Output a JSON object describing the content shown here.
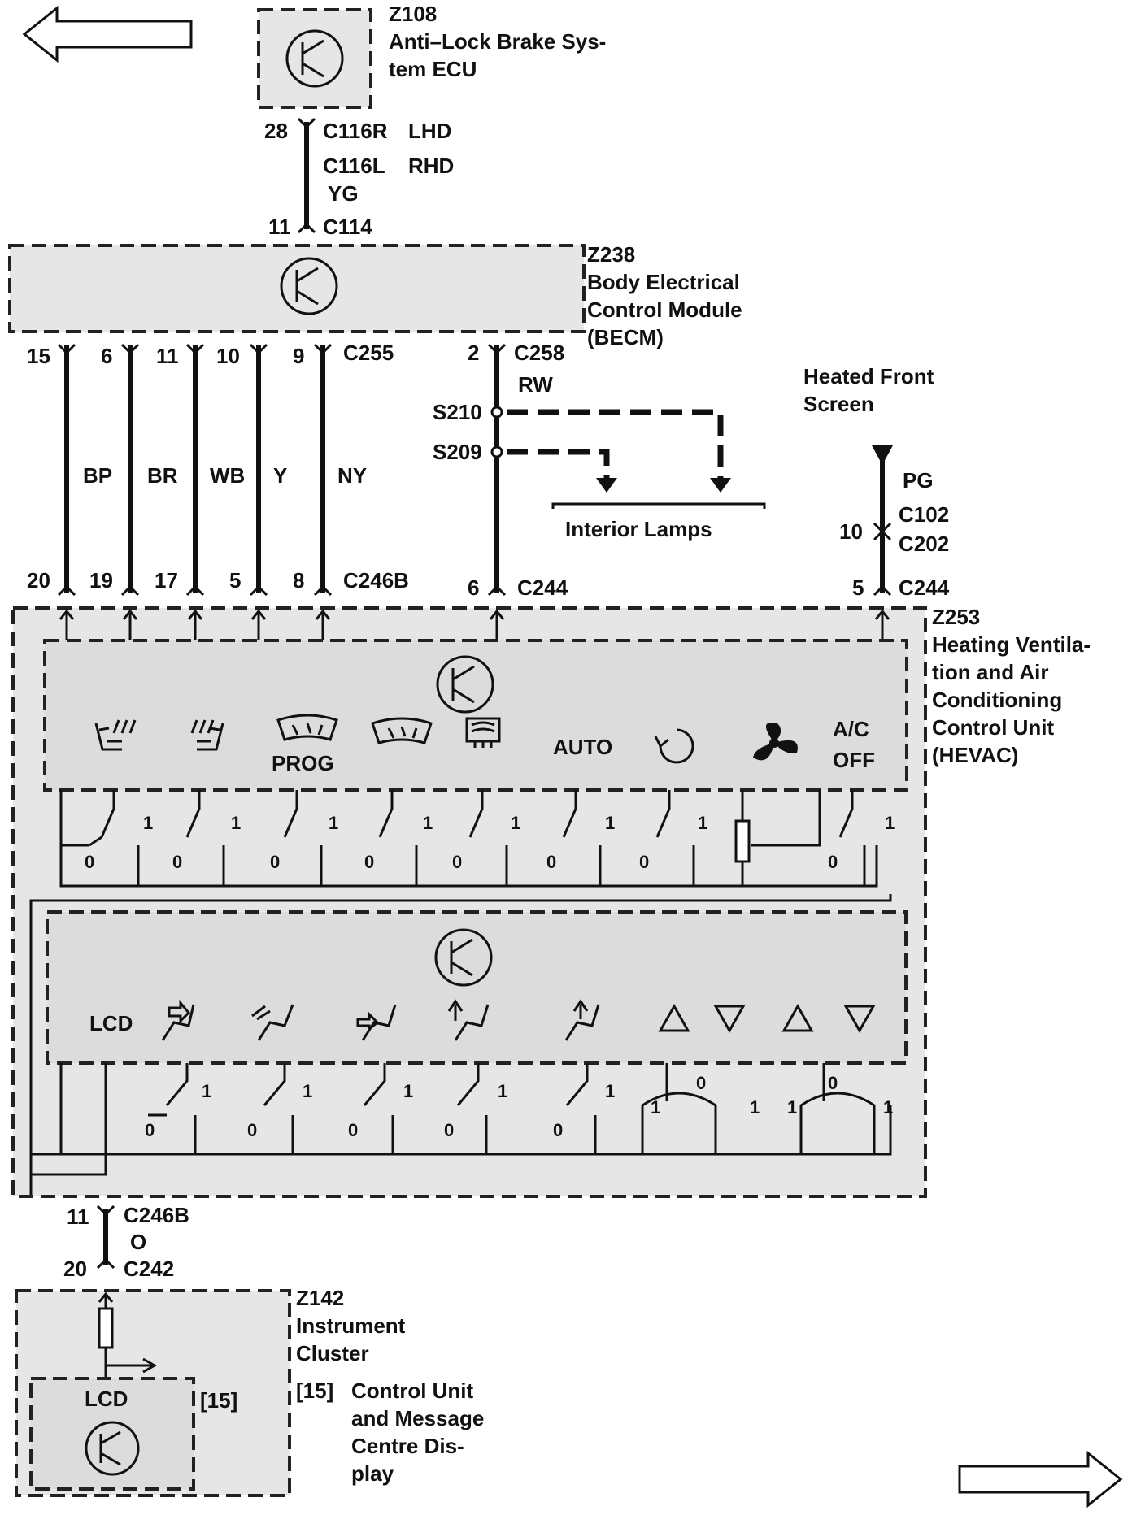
{
  "modules": {
    "abs": {
      "id": "Z108",
      "line1": "Anti–Lock Brake Sys-",
      "line2": "tem ECU"
    },
    "becm": {
      "id": "Z238",
      "line1": "Body Electrical",
      "line2": "Control Module",
      "line3": "(BECM)"
    },
    "hevac": {
      "id": "Z253",
      "line1": "Heating Ventila-",
      "line2": "tion and Air",
      "line3": "Conditioning",
      "line4": "Control Unit",
      "line5": "(HEVAC)"
    },
    "cluster": {
      "id": "Z142",
      "line1": "Instrument",
      "line2": "Cluster"
    }
  },
  "abs_link": {
    "pin_top": "28",
    "conn_top": "C116R",
    "lhd": "LHD",
    "conn_alt": "C116L",
    "rhd": "RHD",
    "wire": "YG",
    "pin_bottom": "11",
    "conn_bottom": "C114"
  },
  "becm_bus": {
    "top_conn": "C255",
    "bottom_conn": "C246B",
    "wires": [
      {
        "top_pin": "15",
        "color": "BP",
        "bottom_pin": "20"
      },
      {
        "top_pin": "6",
        "color": "BR",
        "bottom_pin": "19"
      },
      {
        "top_pin": "11",
        "color": "WB",
        "bottom_pin": "17"
      },
      {
        "top_pin": "10",
        "color": "Y",
        "bottom_pin": "5"
      },
      {
        "top_pin": "9",
        "color": "NY",
        "bottom_pin": "8"
      }
    ]
  },
  "rw_line": {
    "top_pin": "2",
    "top_conn": "C258",
    "color": "RW",
    "splice1": "S210",
    "splice2": "S209",
    "bottom_pin": "6",
    "bottom_conn": "C244",
    "dest": "Interior Lamps"
  },
  "heated_screen": {
    "label1": "Heated Front",
    "label2": "Screen",
    "color": "PG",
    "pin": "10",
    "conn1": "C102",
    "conn2": "C202",
    "bottom_pin": "5",
    "bottom_conn": "C244"
  },
  "upper_panel": {
    "prog": "PROG",
    "auto": "AUTO",
    "ac": "A/C",
    "off": "OFF"
  },
  "lower_panel": {
    "lcd": "LCD"
  },
  "switch": {
    "zero": "0",
    "one": "1"
  },
  "cluster_link": {
    "top_pin": "11",
    "top_conn": "C246B",
    "color": "O",
    "bottom_pin": "20",
    "bottom_conn": "C242"
  },
  "cluster_inner": {
    "lcd": "LCD",
    "ref": "[15]",
    "note_ref": "[15]",
    "note1": "Control Unit",
    "note2": "and Message",
    "note3": "Centre Dis-",
    "note4": "play"
  }
}
